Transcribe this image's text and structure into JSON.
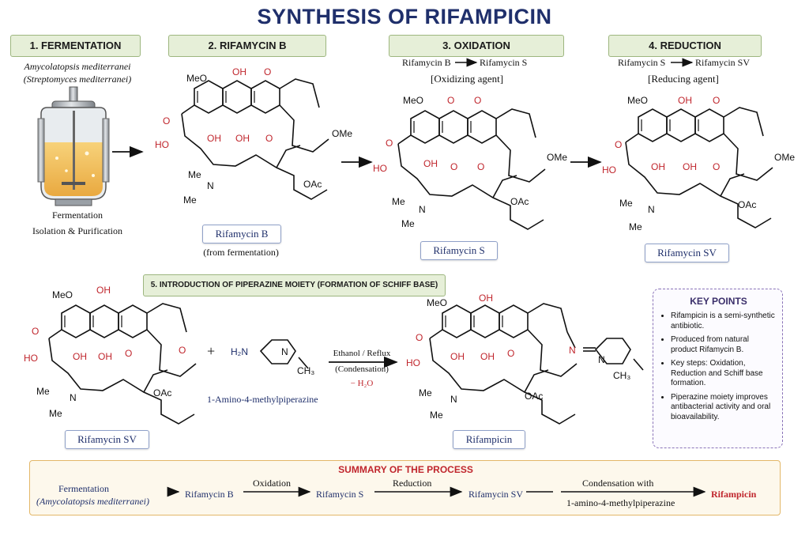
{
  "title": "SYNTHESIS OF RIFAMPICIN",
  "steps": {
    "s1": "1.  FERMENTATION",
    "s2": "2.  RIFAMYCIN B",
    "s3": "3.  OXIDATION",
    "s4": "4.  REDUCTION",
    "s5": "5.  INTRODUCTION OF PIPERAZINE MOIETY (FORMATION OF SCHIFF BASE)"
  },
  "fermentation": {
    "organism": "Amycolatopsis mediterranei",
    "organism_alt": "(Streptomyces mediterranei)",
    "line1": "Fermentation",
    "line2": "Isolation & Purification"
  },
  "oxidation": {
    "from": "Rifamycin B",
    "to": "Rifamycin S",
    "agent": "[Oxidizing agent]"
  },
  "reduction": {
    "from": "Rifamycin S",
    "to": "Rifamycin SV",
    "agent": "[Reducing agent]"
  },
  "labels": {
    "rifamycin_b": "Rifamycin B",
    "rifamycin_b_note": "(from fermentation)",
    "rifamycin_s": "Rifamycin S",
    "rifamycin_sv_top": "Rifamycin SV",
    "rifamycin_sv_bottom": "Rifamycin SV",
    "rifampicin": "Rifampicin",
    "reagent_name": "1-Amino-4-methylpiperazine",
    "plus": "+"
  },
  "condition": {
    "line1": "Ethanol / Reflux",
    "line2": "(Condensation)",
    "line3": "− H₂O"
  },
  "atoms": {
    "meo": "MeO",
    "oh": "OH",
    "o": "O",
    "ho": "HO",
    "ome": "OMe",
    "oac": "OAc",
    "me": "Me",
    "n": "N",
    "h2n": "H₂N",
    "ch3": "CH₃"
  },
  "key_points": {
    "title": "KEY POINTS",
    "items": [
      "Rifampicin is a semi-synthetic antibiotic.",
      "Produced from natural product Rifamycin B.",
      "Key steps: Oxidation, Reduction and Schiff base formation.",
      "Piperazine moiety improves antibacterial activity and oral bioavailability."
    ]
  },
  "summary": {
    "title": "SUMMARY OF THE PROCESS",
    "start": "Fermentation",
    "start_org": "(Amycolatopsis mediterranei)",
    "arrow2_label": "Oxidation",
    "arrow3_label": "Reduction",
    "arrow4_label_1": "Condensation with",
    "arrow4_label_2": "1-amino-4-methylpiperazine",
    "items": [
      "Rifamycin B",
      "Rifamycin S",
      "Rifamycin SV",
      "Rifampicin"
    ]
  },
  "colors": {
    "title": "#1f2f6b",
    "red": "#c0262d",
    "step_bg": "#e6efd8",
    "kp_border": "#8a73b8",
    "summary_border": "#e3b768"
  }
}
